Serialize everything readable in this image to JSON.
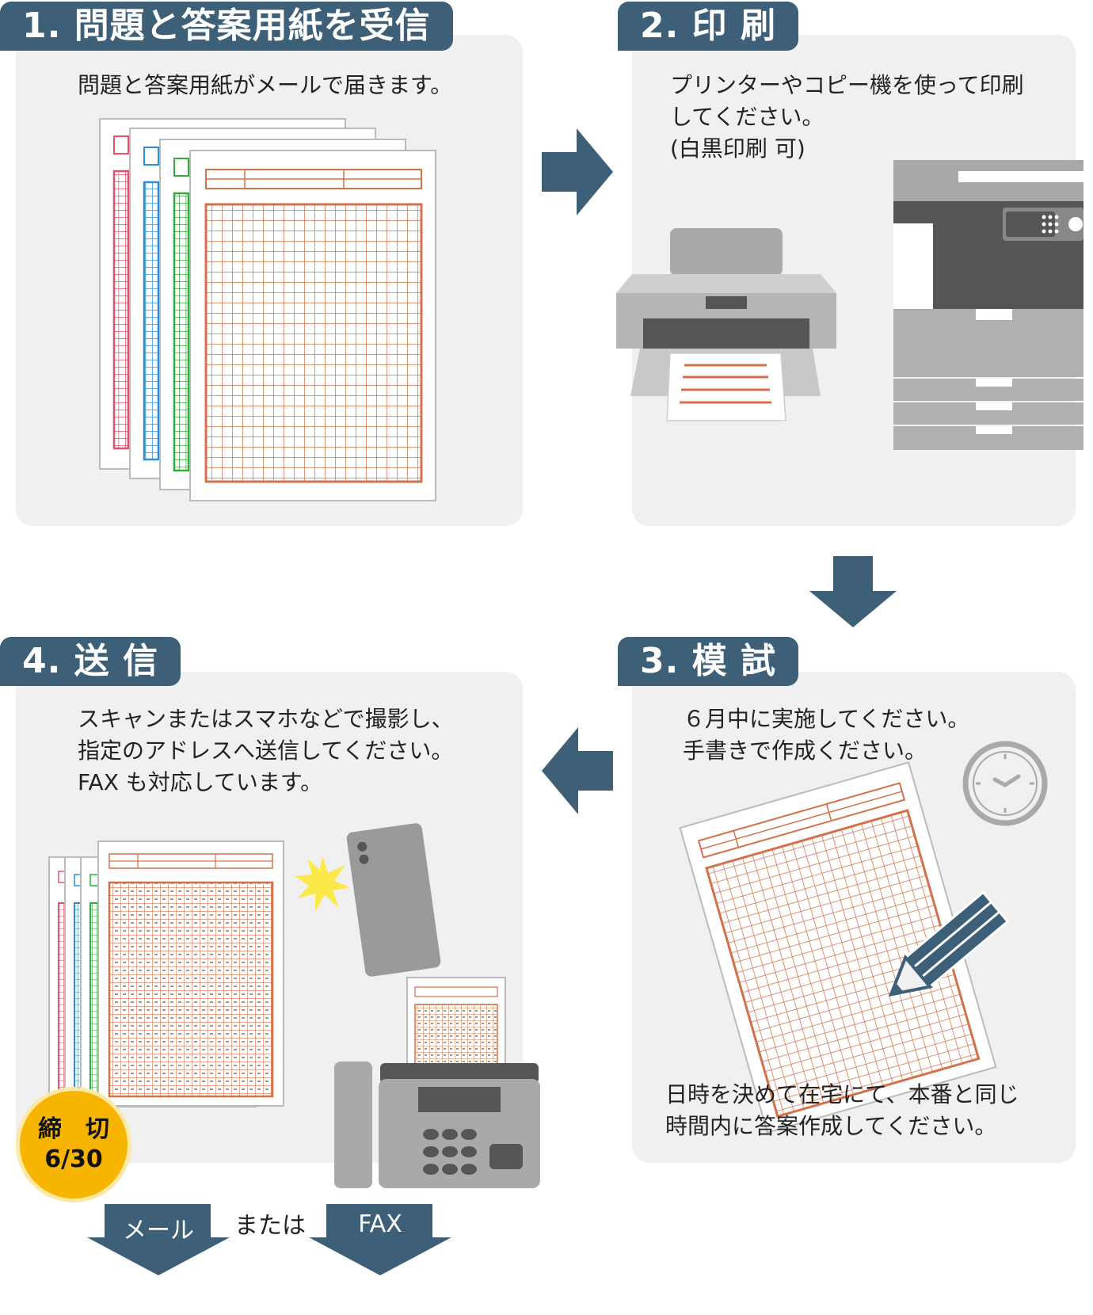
{
  "steps": {
    "receive": {
      "title": "1. 問題と答案用紙を受信",
      "desc": "問題と答案用紙がメールで届きます。"
    },
    "print": {
      "title": "2. 印 刷",
      "desc": "プリンターやコピー機を使って印刷\nしてください。\n(白黒印刷 可)"
    },
    "exam": {
      "title": "3. 模 試",
      "desc_top": "６月中に実施してください。\n手書きで作成ください。",
      "desc_bottom": "日時を決めて在宅にて、本番と同じ\n時間内に答案作成してください。"
    },
    "send": {
      "title": "4. 送 信",
      "desc": "スキャンまたはスマホなどで撮影し、\n指定のアドレスへ送信してください。\nFAX も対応しています。"
    }
  },
  "deadline": {
    "label": "締　切",
    "date": "6/30"
  },
  "send_options": {
    "mail": "メール",
    "or": "または",
    "fax": "FAX"
  },
  "colors": {
    "tag": "#3d5f78",
    "panel": "#f0f0f0",
    "sheet_orange": "#d4704a",
    "sheet_red": "#e8506a",
    "sheet_blue": "#2a8fd8",
    "sheet_green": "#2fae3a",
    "badge": "#f7b500"
  },
  "icons": [
    "answer-sheets-icon",
    "printer-icon",
    "copier-icon",
    "clock-icon",
    "pencil-icon",
    "smartphone-icon",
    "flash-icon",
    "fax-icon",
    "arrow-right-icon",
    "arrow-down-icon",
    "arrow-left-icon"
  ]
}
